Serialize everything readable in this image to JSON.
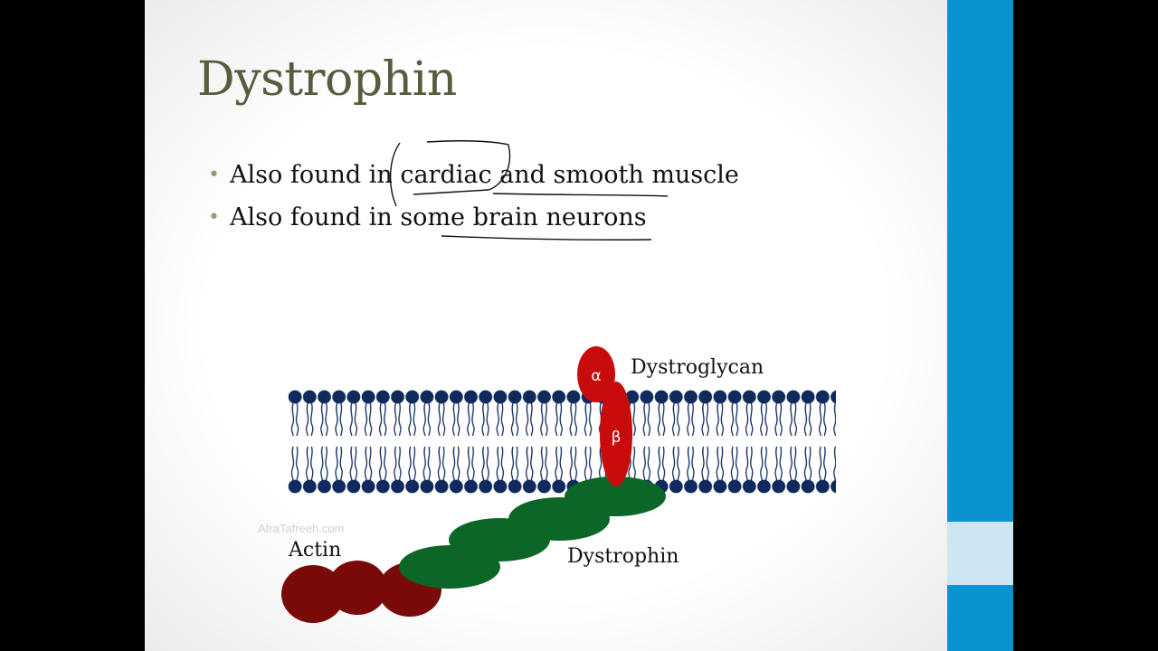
{
  "slide": {
    "title": "Dystrophin",
    "bullets": [
      {
        "marker": "•",
        "text": "Also found in cardiac and smooth muscle"
      },
      {
        "marker": "•",
        "text": "Also found in some brain neurons"
      }
    ]
  },
  "diagram": {
    "labels": {
      "dystroglycan": "Dystroglycan",
      "alpha": "α",
      "beta": "β",
      "dystrophin": "Dystrophin",
      "actin": "Actin"
    },
    "colors": {
      "membrane_head": "#102a5e",
      "dystroglycan": "#c80c0c",
      "dystrophin": "#0c6628",
      "actin": "#7a0a0a",
      "sidebar": "#0a93d1"
    }
  },
  "watermark": "AfraTafreeh.com"
}
